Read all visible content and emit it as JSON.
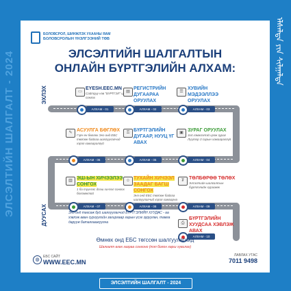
{
  "side": {
    "left_text": "ЭЛСЭЛТИЙН ШАЛГАЛТ - 2024",
    "right_text": "ᠡᠯᠰᠡᠯᠲᠡ ᠶᠢᠨ ᠰᠢᠯᠭᠠᠯᠲᠠ"
  },
  "header": {
    "org_line1": "БОЛОВСРОЛ, ШИНЖЛЭХ УХААНЫ ЯАМ",
    "org_line2": "БОЛОВСРОЛЫН ҮНЭЛГЭЭНИЙ ТӨВ",
    "title_line1": "ЭЛСЭЛТИЙН ШАЛГАЛТЫН",
    "title_line2": "ОНЛАЙН БҮРТГЭЛИЙН АЛХАМ:"
  },
  "labels": {
    "start": "ЭХЛЭХ",
    "end": "ДУУСАХ"
  },
  "steps": [
    {
      "title": "EYESH.EEC.MN",
      "desc": "Сайтруу нэв \"БҮРТГЭЛ\" цэс сонгох",
      "badge": "АЛХАМ - 01"
    },
    {
      "title": "РЕГИСТРИЙН ДУГААРАА ОРУУЛАХ",
      "desc": "",
      "badge": "АЛХАМ - 02"
    },
    {
      "title": "ХУВИЙН МЭДЭЭЛЛЭЭ ОРУУЛАХ",
      "desc": "",
      "badge": "АЛХАМ - 03"
    },
    {
      "title": "АСУУЛГА БӨГЛӨХ",
      "desc": "Гэрч ен бөглөх Энэ онд ЕБС төгсөж байгаа шалгуулагчид хэрэг хамааралгүй",
      "badge": "АЛХАМ - 06"
    },
    {
      "title": "БҮРТГЭЛИЙН ДУГААР, НУУЦ ҮГ АВАХ",
      "desc": "",
      "badge": "АЛХАМ - 05"
    },
    {
      "title": "ЗУРАГ ОРУУЛАХ",
      "desc": "3x4 хэмжээтэй цээж зураг Лүүгээр 3 сарын хамааралгүй",
      "badge": "АЛХАМ - 04"
    },
    {
      "title": "ЭШ-ЫН ХИЧЭЭЛЭЭ СОНГОХ",
      "desc": "1 ба түүнээс дээш хичээл сонгох боломжтой",
      "badge": "АЛХАМ - 07"
    },
    {
      "title": "ТУХАЙН ХИЧЭЭЛ ЗААДАГ БАГШ СОНГОХ",
      "desc": "Энэ онд ЕБС төгсөж байгаа шалгуулагчид хэрэг хамаарна",
      "badge": "АЛХАМ - 08"
    },
    {
      "title": "ТӨЛБӨРӨӨ ТӨЛӨХ",
      "desc": "Элсэлтийн шалгалтын бүртгэлийн хураамж",
      "badge": "АЛХАМ - 09"
    },
    {
      "title": "БҮРТГЭЛИЙН ХУУДСАА ХЭВЛЭЖ АВАХ",
      "desc": "",
      "badge": "АЛХАМ - 10"
    }
  ],
  "info_text": "Энэ онд төгсөж буй шалгуулагчид БҮРТГЭЛИЙН ХУУДАС - аа хэвлэж аван сургуулийн захиргаар гарын үсэг зуруулан, тамга дарууж баталгаажуулна",
  "footer": {
    "note": "Өмнөх онд ЕБС төгссөн шалгуулагчид",
    "warning": "Шалгалт өгөх газраа сонгоно (тэп болон хөрш хувилах)",
    "site_label": "ЕБС САЙТ",
    "site_value": "WWW.EEC.MN",
    "phone_label": "ЛАВЛАХ УТАС",
    "phone_value": "7011 9498",
    "bottom_tag": "ЭЛСЭЛТИЙН ШАЛГАЛТ - 2024"
  },
  "colors": {
    "brand_blue": "#1e7fc6",
    "navy": "#1b3f7a",
    "road_gray": "#8c9199",
    "step_blue": "#2a79c6",
    "step_green": "#3a9a35",
    "step_orange": "#f08a1c",
    "step_red": "#d62f2f",
    "step_yellow_bg": "#f6e64c"
  },
  "icons": {
    "globe": "globe-icon",
    "phone": "phone-icon",
    "logo": "logo-icon"
  }
}
